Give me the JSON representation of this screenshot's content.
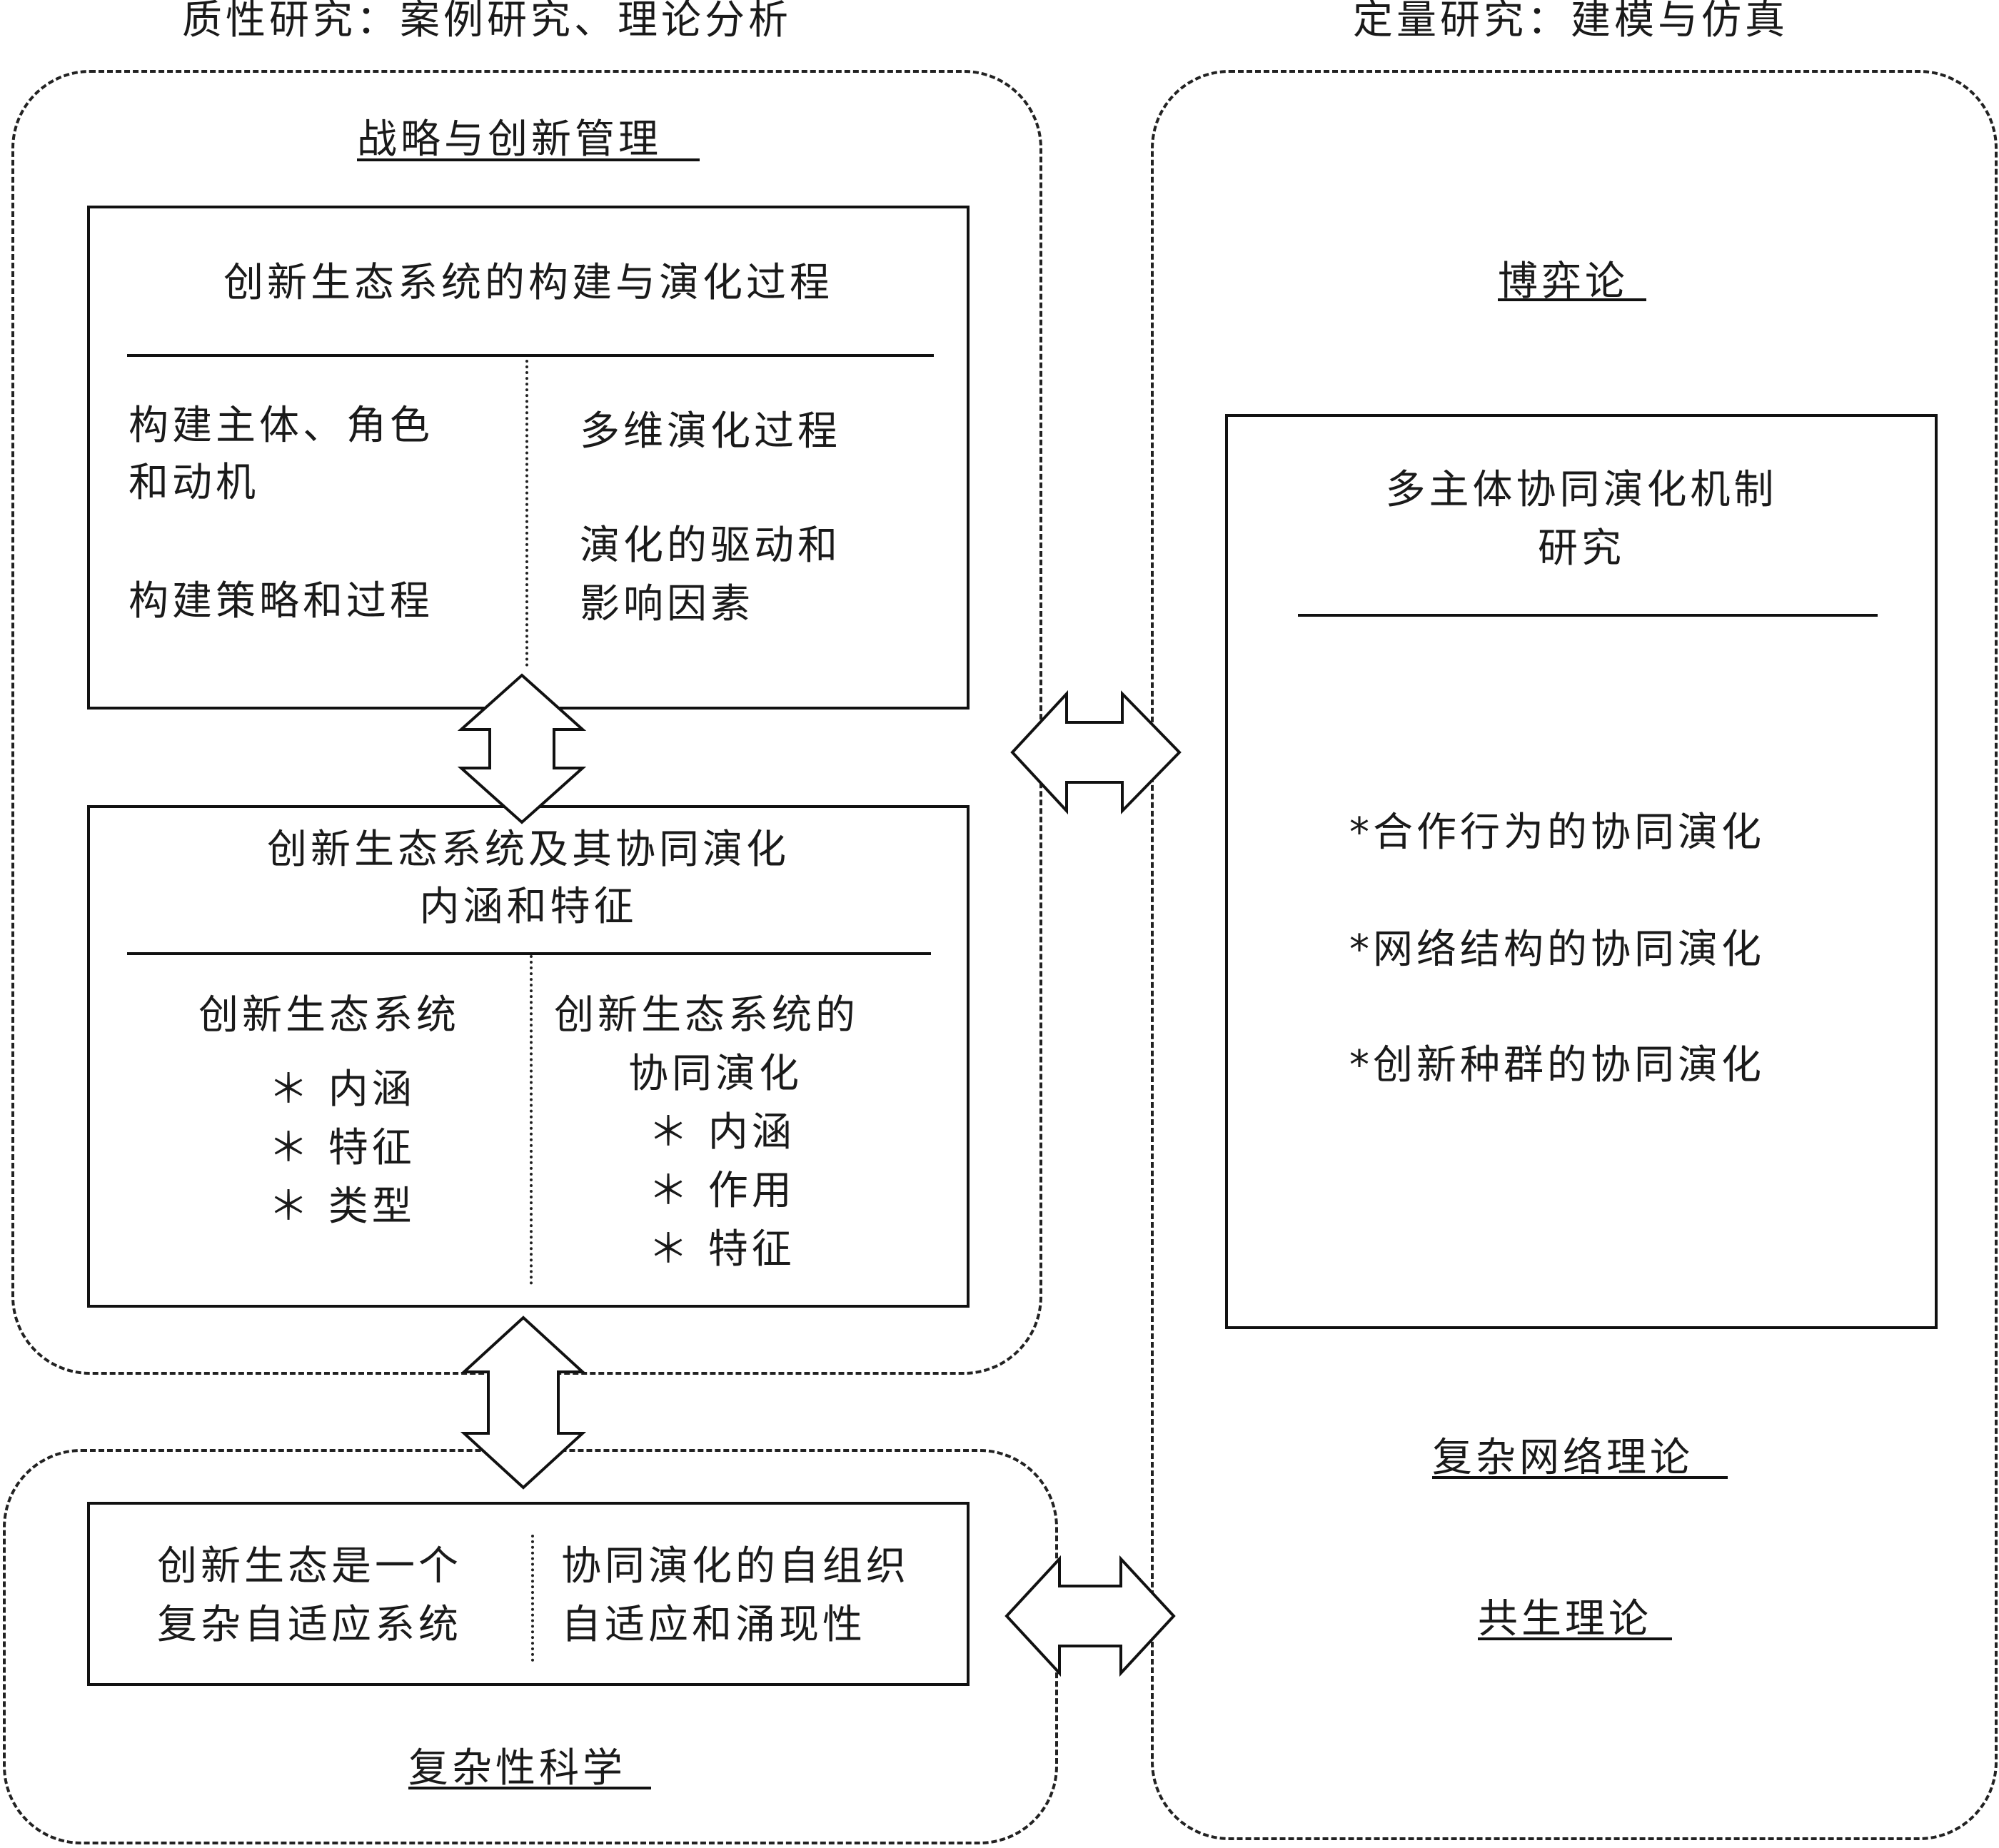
{
  "headers": {
    "qualitative": "质性研究：案例研究、理论分析",
    "quantitative": "定量研究：建模与仿真"
  },
  "regions": {
    "strategy": "战略与创新管理",
    "complexity": "复杂性科学",
    "game_theory": "博弈论",
    "complex_network": "复杂网络理论",
    "symbiosis": "共生理论"
  },
  "box_construction": {
    "title": "创新生态系统的构建与演化过程",
    "left_line1": "构建主体、角色",
    "left_line2": "和动机",
    "left_line3": "构建策略和过程",
    "right_line1": "多维演化过程",
    "right_line2": "演化的驱动和",
    "right_line3": "影响因素"
  },
  "box_connotation": {
    "title_line1": "创新生态系统及其协同演化",
    "title_line2": "内涵和特征",
    "left_heading": "创新生态系统",
    "left_items": [
      "＊ 内涵",
      "＊ 特征",
      "＊ 类型"
    ],
    "right_heading_line1": "创新生态系统的",
    "right_heading_line2": "协同演化",
    "right_items": [
      "＊ 内涵",
      "＊ 作用",
      "＊ 特征"
    ]
  },
  "box_complex": {
    "left_line1": "创新生态是一个",
    "left_line2": "复杂自适应系统",
    "right_line1": "协同演化的自组织",
    "right_line2": "自适应和涌现性"
  },
  "box_multiagent": {
    "title_line1": "多主体协同演化机制",
    "title_line2": "研究",
    "items": [
      "*合作行为的协同演化",
      "*网络结构的协同演化",
      "*创新种群的协同演化"
    ]
  }
}
